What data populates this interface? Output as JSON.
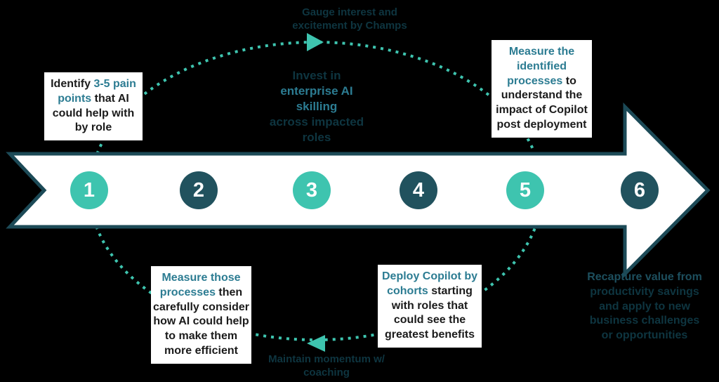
{
  "colors": {
    "background": "#000000",
    "teal_accent": "#3EC4AF",
    "dark_teal": "#21525E",
    "arrow_fill": "#FFFFFF",
    "arrow_border": "#1C4A57",
    "box_background": "#FFFFFF",
    "box_text": "#1B1B1B",
    "highlight_teal_text": "#2C7C92",
    "highlight_dark_text": "#1D4F5E",
    "faint_text": "#0E3540"
  },
  "cycle": {
    "top_label": "Gauge interest and excitement by Champs",
    "bottom_label": "Maintain momentum w/ coaching"
  },
  "diagram": {
    "steps": [
      {
        "number": "1",
        "pre": "Identify ",
        "strong": "3-5 pain points",
        "post": " that AI could help with by role"
      },
      {
        "number": "2",
        "pre": "",
        "strong": "Measure those processes",
        "post": " then carefully consider how AI could help to make them more efficient"
      },
      {
        "number": "3",
        "pre": "Invest in",
        "strong": "enterprise AI skilling",
        "post": "across impacted roles"
      },
      {
        "number": "4",
        "pre": "",
        "strong": "Deploy Copilot by cohorts",
        "post": " starting with roles that could see the greatest benefits"
      },
      {
        "number": "5",
        "pre": "",
        "strong": "Measure the identified processes",
        "post": " to understand the impact of Copilot post deployment"
      },
      {
        "number": "6",
        "pre": "",
        "strong": "Recapture value from",
        "post": " productivity savings and apply to new business challenges or opportunities"
      }
    ]
  }
}
